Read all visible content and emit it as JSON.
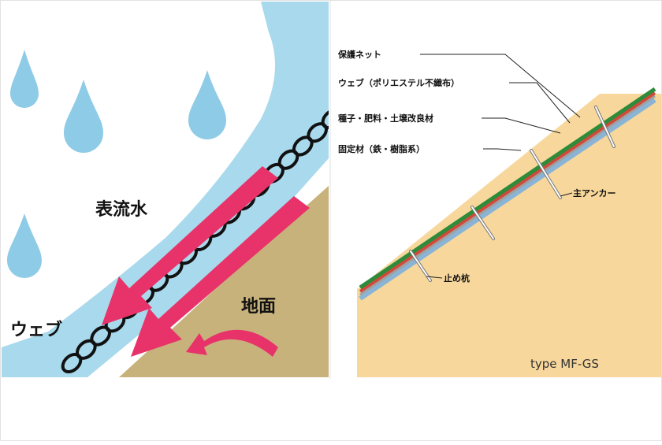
{
  "left_panel": {
    "labels": {
      "surface_runoff": "表流水",
      "web": "ウェブ",
      "ground": "地面"
    },
    "colors": {
      "water": "#a8d9ec",
      "rain": "#8ecbe6",
      "soil": "#c8b27c",
      "arrow": "#e8336a"
    }
  },
  "right_panel": {
    "labels": {
      "protective_net": "保護ネット",
      "web": "ウェブ（ポリエステル不織布）",
      "seed_layer": "種子・肥料・土壌改良材",
      "anchor_pin": "固定材（鉄・樹脂系）",
      "main_anchor": "主アンカー",
      "stop_pin": "止め杭"
    },
    "type_label": "type MF-GS",
    "colors": {
      "soil": "#f7d79b",
      "net_green": "#2e8b3a",
      "web_red": "#d04a3c",
      "web_blue": "#8ab4d6"
    }
  }
}
